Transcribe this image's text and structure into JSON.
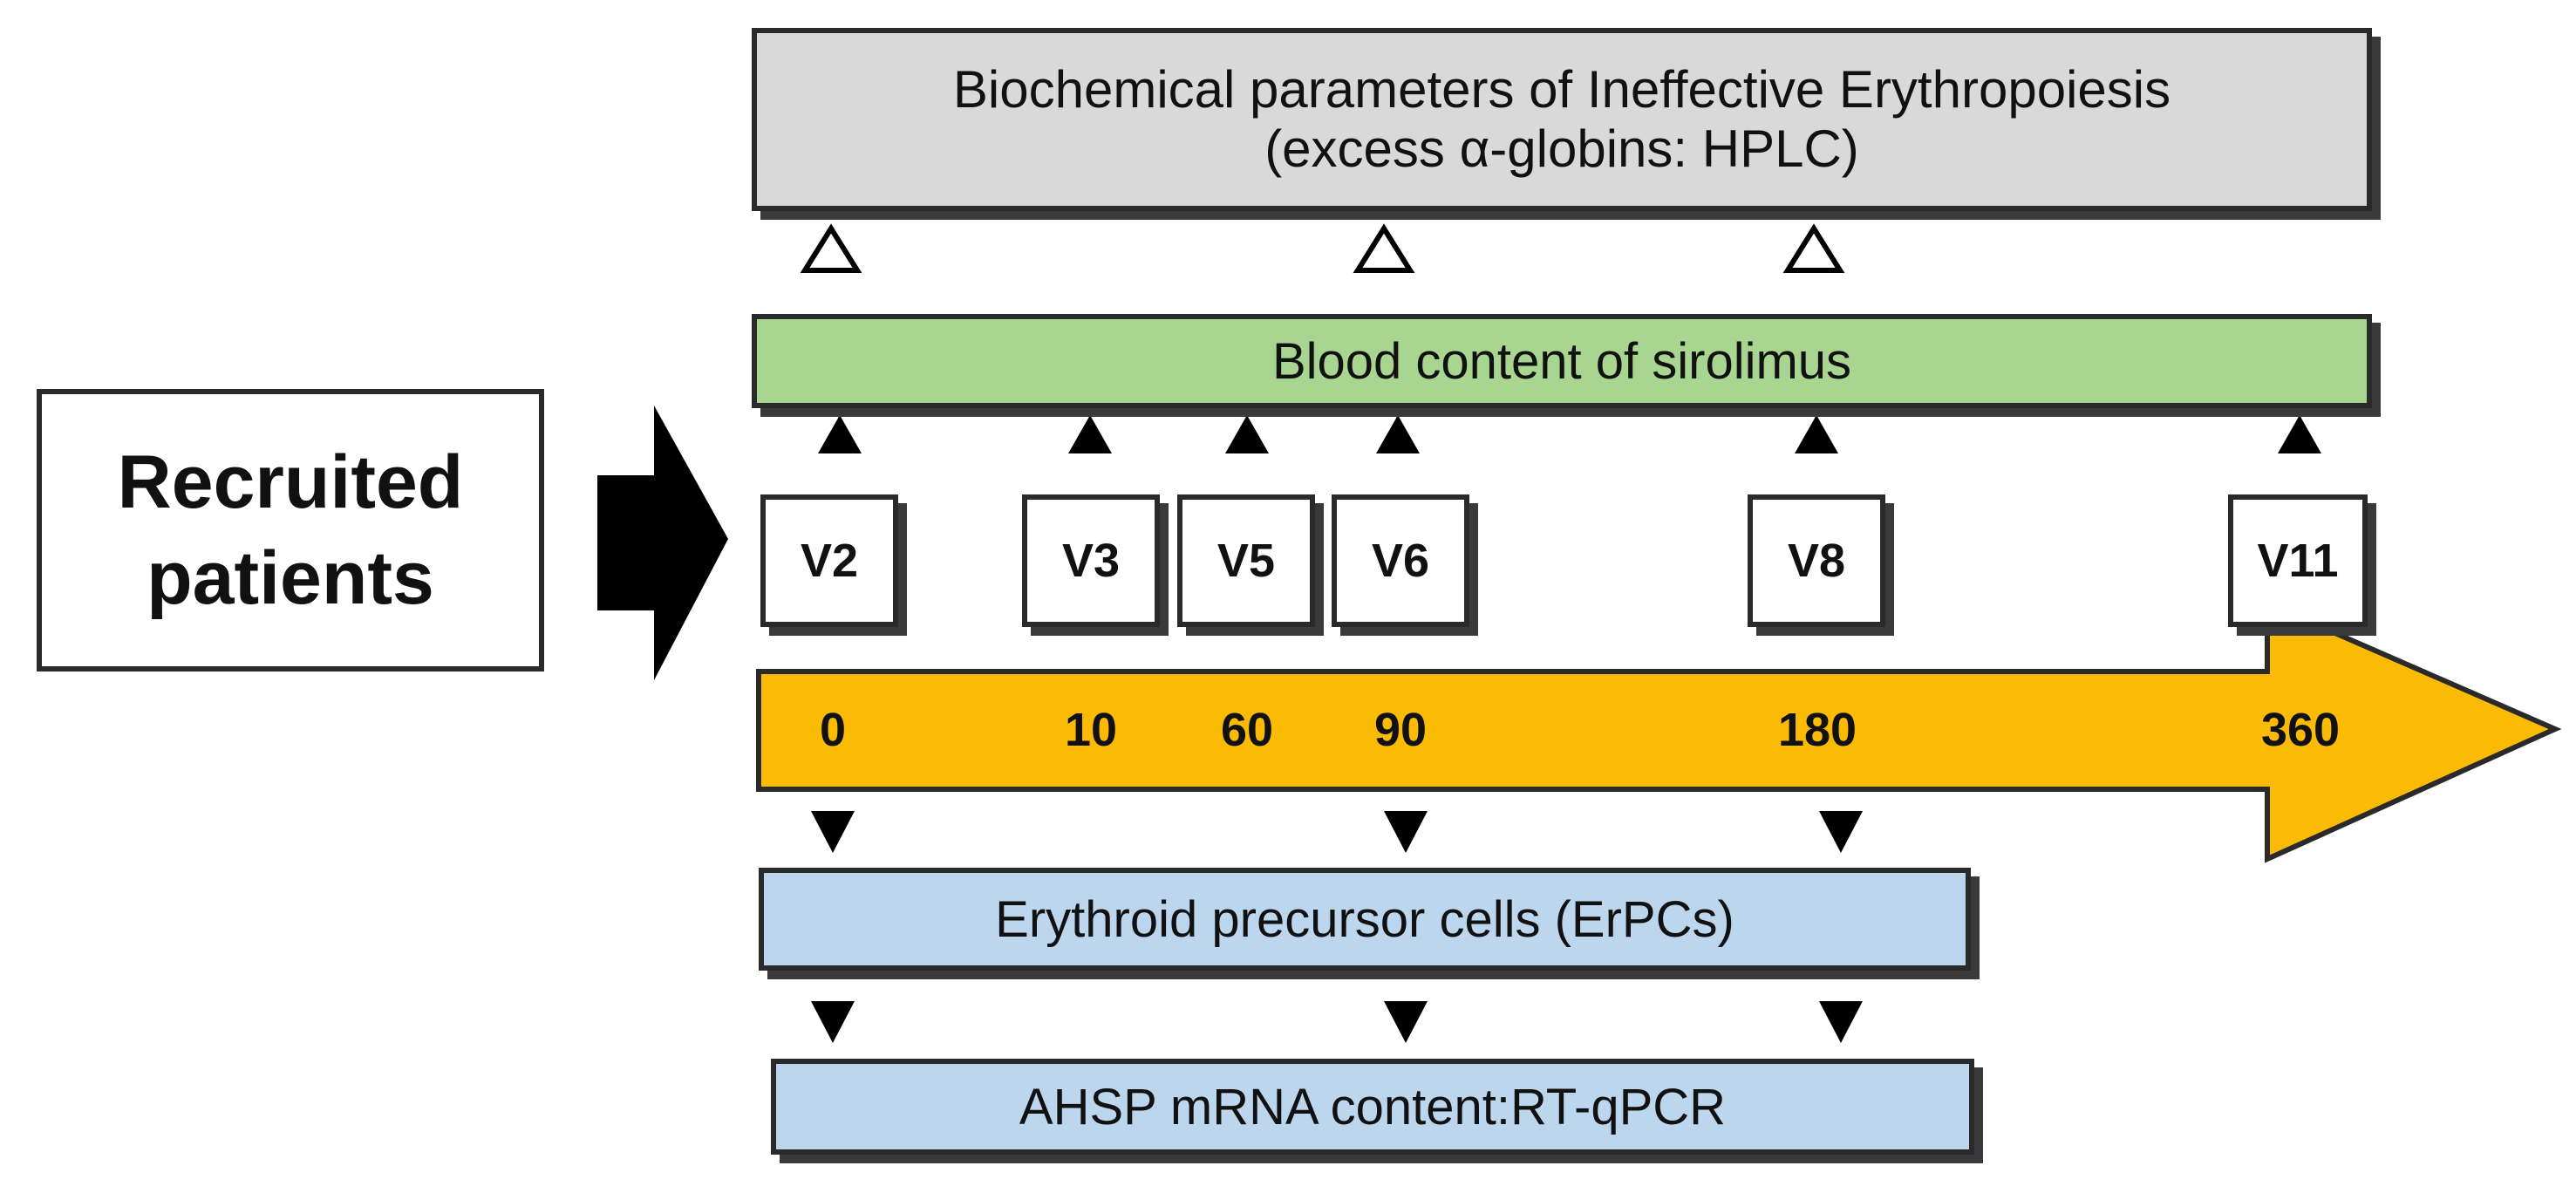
{
  "top_box": {
    "line1": "Biochemical parameters of Ineffective Erythropoiesis",
    "line2": "(excess α-globins: HPLC)"
  },
  "green_box": {
    "label": "Blood content of sirolimus"
  },
  "recruited": {
    "line1": "Recruited",
    "line2": "patients"
  },
  "visits": [
    "V2",
    "V3",
    "V5",
    "V6",
    "V8",
    "V11"
  ],
  "days": [
    "0",
    "10",
    "60",
    "90",
    "180",
    "360"
  ],
  "erpc_box": {
    "label": "Erythroid precursor cells (ErPCs)"
  },
  "ahsp_box": {
    "label": "AHSP mRNA content:RT-qPCR"
  },
  "colors": {
    "timeline": "#fbbb05",
    "top_box": "#d9d9d9",
    "green_box": "#a8d58f",
    "blue_box": "#bcd6ee"
  }
}
